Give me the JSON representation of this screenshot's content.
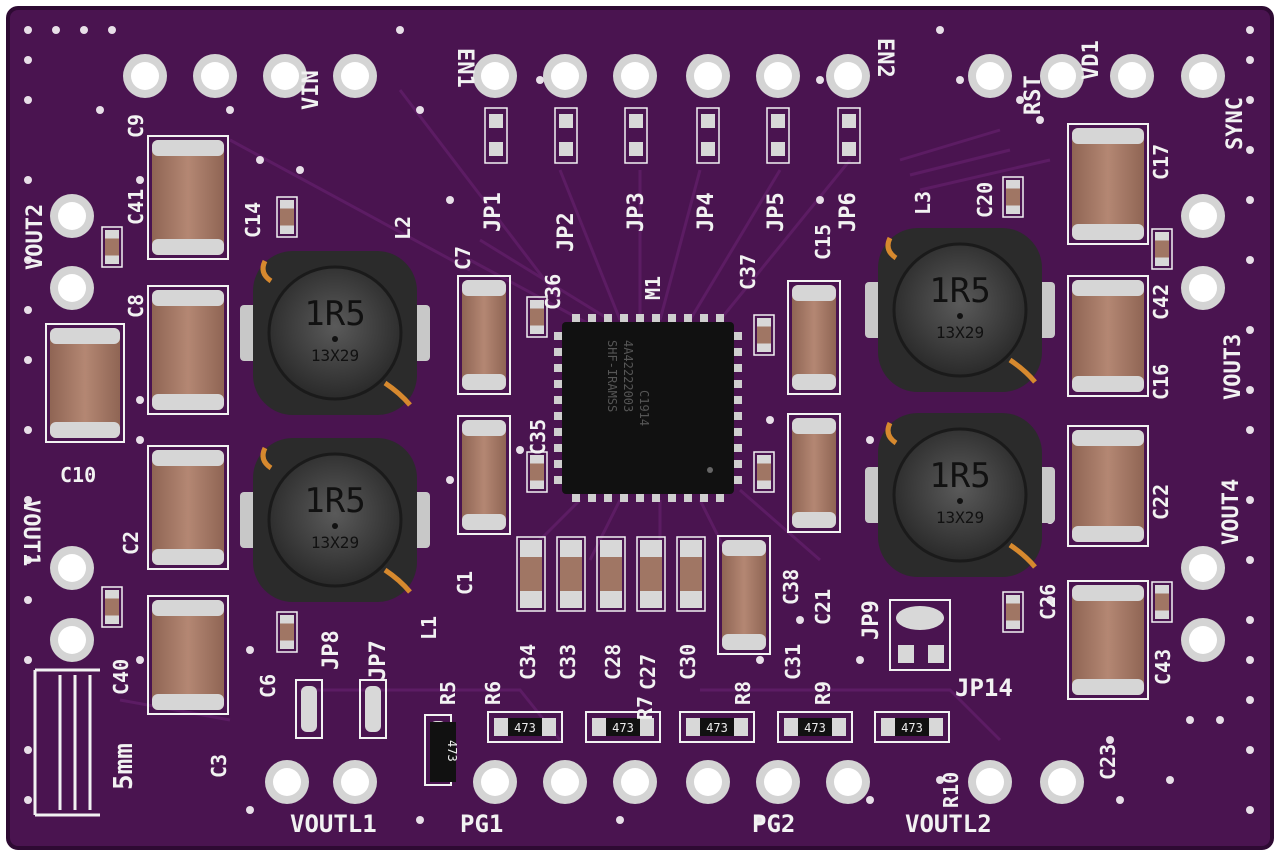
{
  "board": {
    "colors": {
      "pcb": "#4a1450",
      "pcb_dark": "#3a0e40",
      "silk": "#f2f2f2",
      "pad": "#d9d9d9",
      "cap": "#a57a66",
      "inductor": "#3c3c3c",
      "chip": "#111111"
    },
    "pins_top": [
      "EN1",
      "EN2",
      "VIN",
      "RST",
      "VD1",
      "SYNC"
    ],
    "pins_bottom": [
      "VOUTL1",
      "PG1",
      "PG2",
      "VOUTL2"
    ],
    "side_labels": [
      "VOUT2",
      "VOUT1",
      "VOUT3",
      "VOUT4"
    ],
    "jumpers": [
      "JP1",
      "JP2",
      "JP3",
      "JP4",
      "JP5",
      "JP6",
      "JP7",
      "JP8",
      "JP9",
      "JP14"
    ],
    "ref_labels": [
      "C9",
      "C41",
      "C14",
      "L2",
      "C8",
      "C7",
      "C36",
      "M1",
      "C37",
      "C15",
      "L3",
      "C20",
      "C17",
      "C42",
      "C16",
      "C10",
      "C2",
      "C35",
      "C1",
      "C40",
      "C6",
      "C3",
      "C34",
      "C33",
      "C28",
      "C27",
      "C30",
      "C38",
      "C21",
      "C31",
      "C26",
      "C43",
      "C22",
      "C23",
      "L1",
      "R5",
      "R6",
      "R7",
      "R8",
      "R9",
      "R10"
    ],
    "inductor_marking": [
      "1R5",
      "13X29"
    ],
    "chip_marking": [
      "SHF-IRAMSS",
      "4A42222003",
      "C1914"
    ],
    "resistor_marking": "473",
    "scale_label": "5mm"
  }
}
